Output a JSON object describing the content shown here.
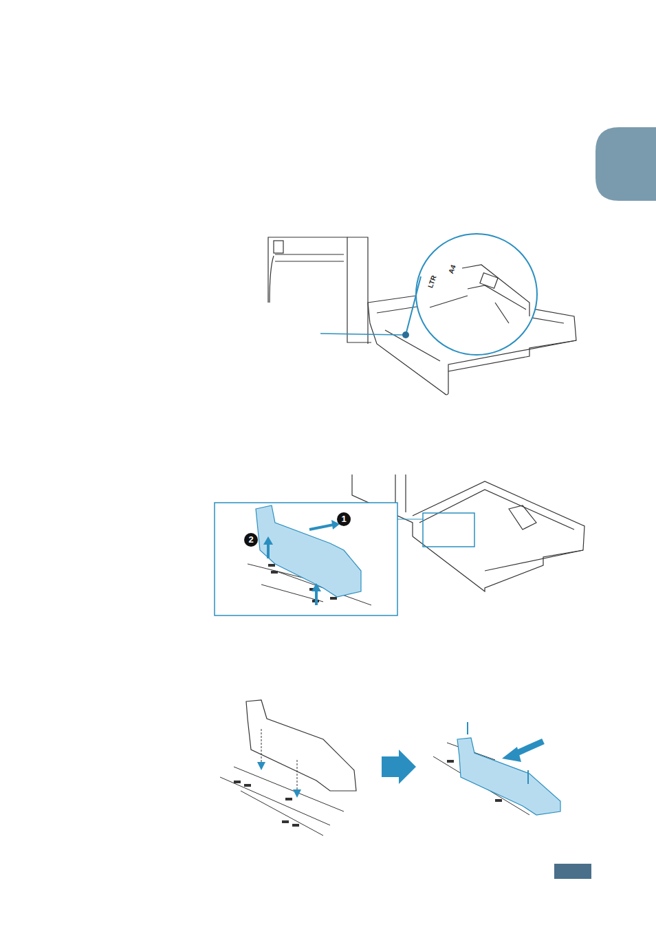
{
  "diagram": {
    "labels": [
      "A4",
      "LTR",
      "1",
      "2"
    ]
  }
}
